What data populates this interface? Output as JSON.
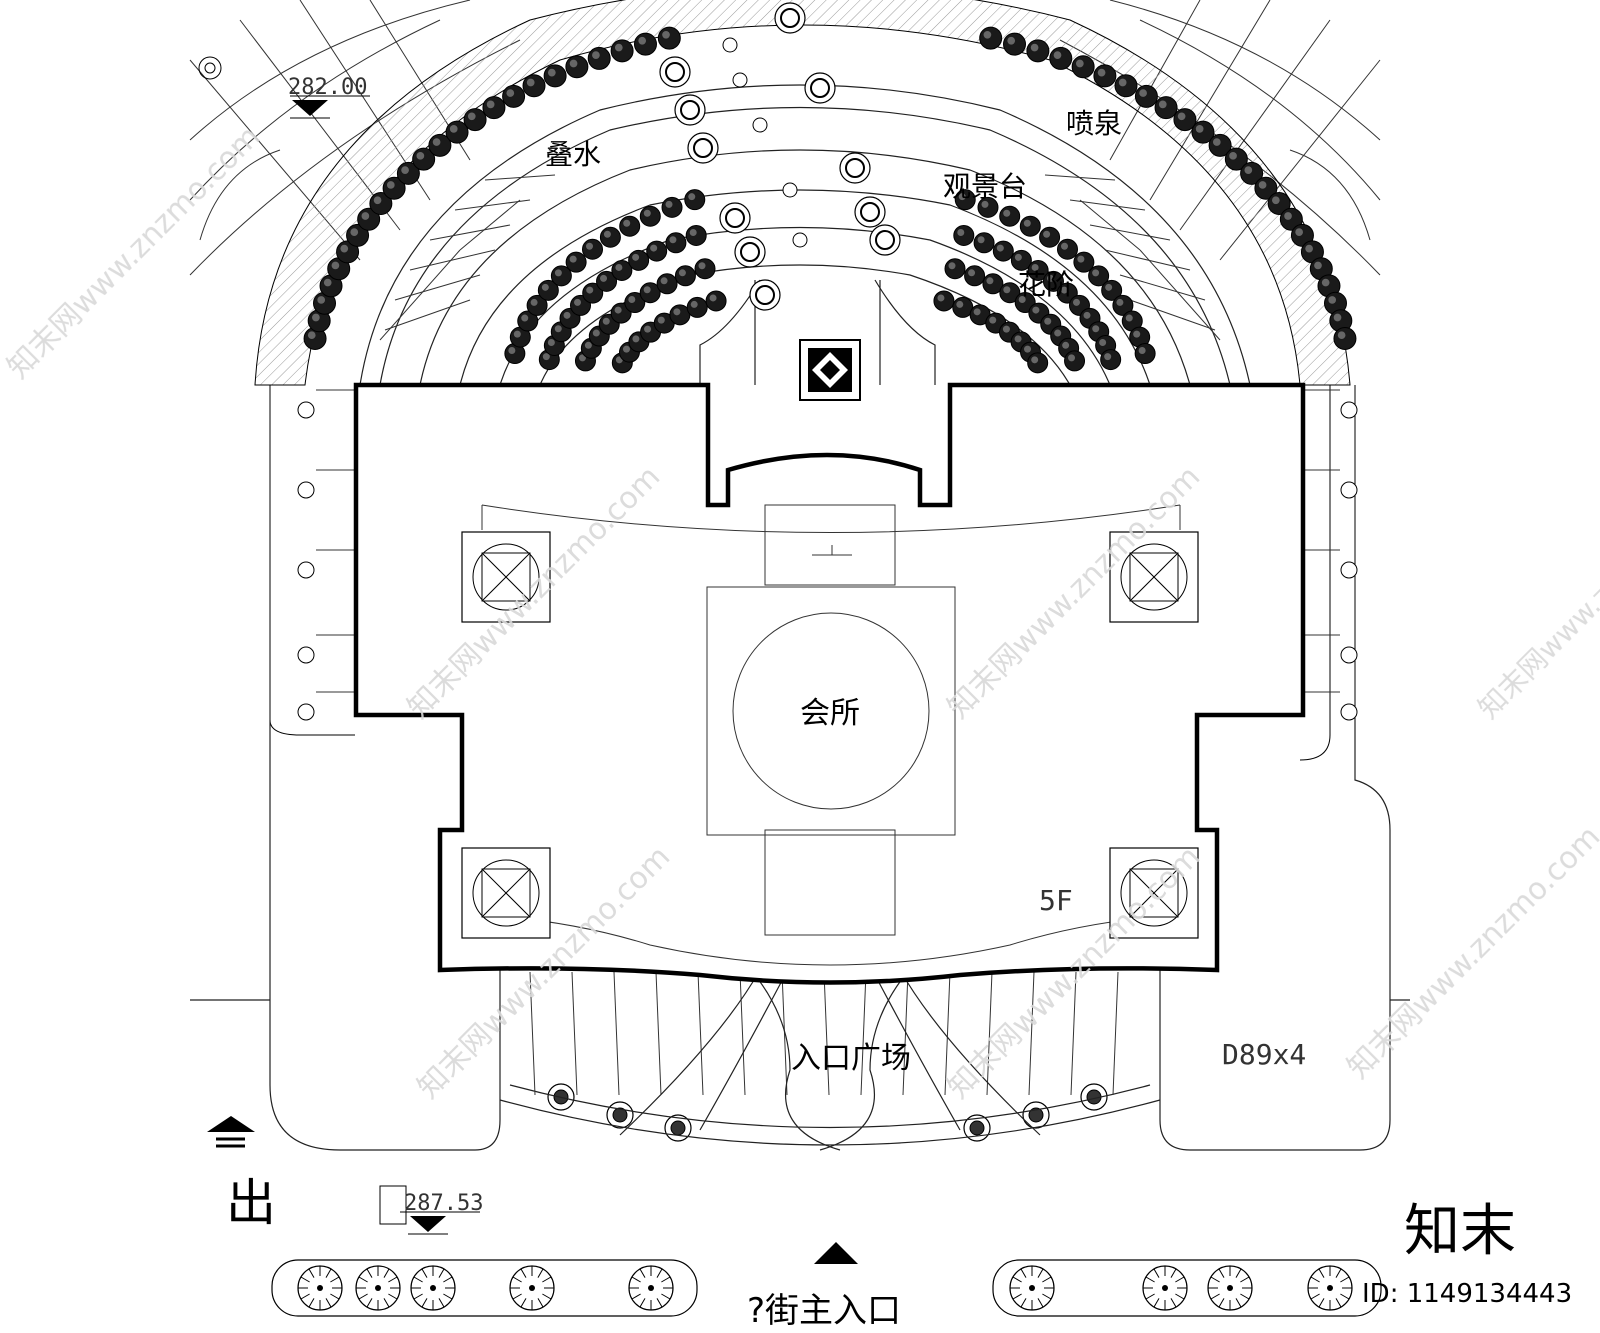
{
  "labels": {
    "fountain": "喷泉",
    "cascade": "叠水",
    "viewing_deck": "观景台",
    "flower_steps": "花阶",
    "clubhouse": "会所",
    "floor": "5F",
    "up_marker": "上",
    "entrance_plaza": "入口广场",
    "pipe_spec": "D89x4",
    "exit": "出",
    "main_entrance": "?街主入口"
  },
  "elevations": {
    "top_left": "282.00",
    "bottom_left": "287.53"
  },
  "watermark": {
    "site": "知末网www.znzmo.com",
    "brand": "知末",
    "id": "ID: 1149134443"
  },
  "colors": {
    "line": "#000000",
    "thin": "#333333",
    "hatch": "#9a9a9a",
    "tree": "#111111",
    "watermark": "#d8d8d8"
  }
}
